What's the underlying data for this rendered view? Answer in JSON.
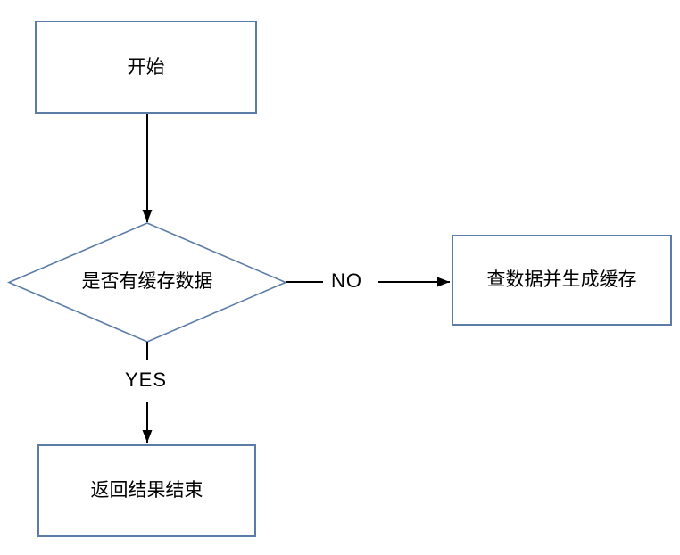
{
  "colors": {
    "node_border": "#5b7ca6",
    "node_fill": "#ffffff",
    "edge_color": "#000000",
    "text_color": "#000000",
    "canvas_bg": "#ffffff"
  },
  "nodes": {
    "start": {
      "label": "开始",
      "type": "rectangle"
    },
    "decision": {
      "label": "是否有缓存数据",
      "type": "diamond"
    },
    "query": {
      "label": "查数据并生成缓存",
      "type": "rectangle"
    },
    "end": {
      "label": "返回结果结束",
      "type": "rectangle"
    }
  },
  "edges": {
    "no_label": "NO",
    "yes_label": "YES",
    "connections": [
      {
        "from": "start",
        "to": "decision",
        "label": ""
      },
      {
        "from": "decision",
        "to": "query",
        "label": "NO"
      },
      {
        "from": "decision",
        "to": "end",
        "label": "YES"
      }
    ]
  }
}
